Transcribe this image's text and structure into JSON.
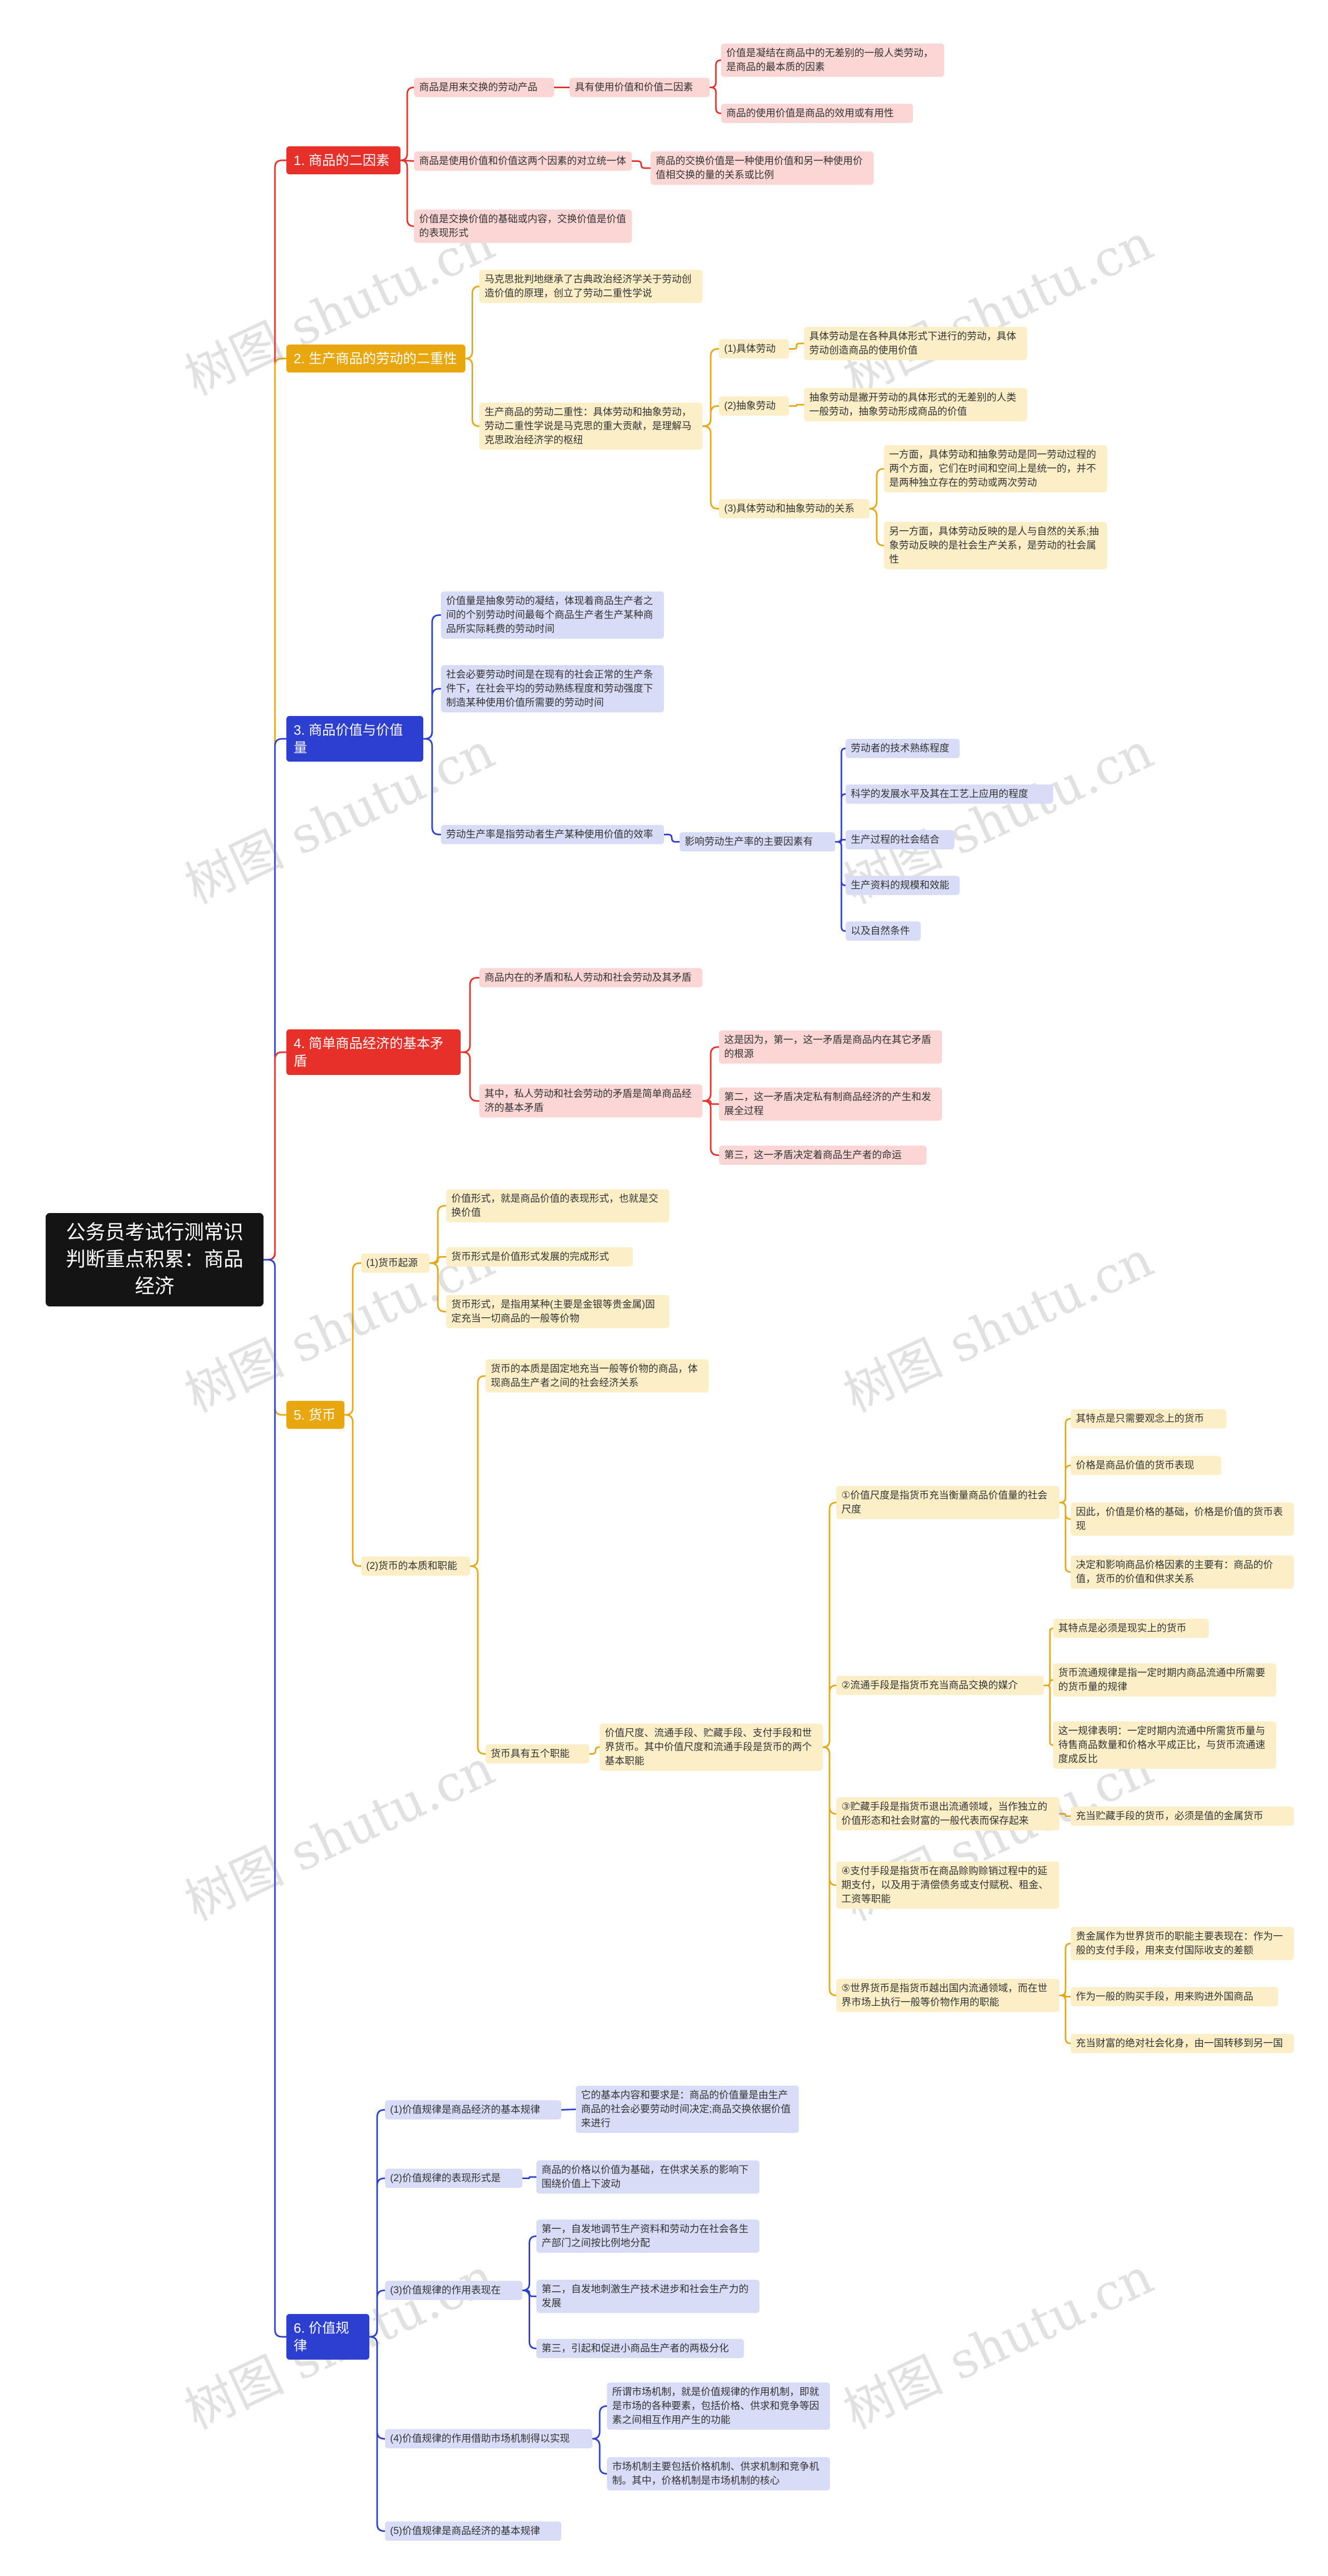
{
  "root": "公务员考试行测常识判断重点积累：商品经济",
  "watermark": "树图 shutu.cn",
  "colors": {
    "red": "#e8302a",
    "yellow": "#e8a70e",
    "blue": "#2c3fd1"
  },
  "s1": {
    "title": "1. 商品的二因素",
    "a": "商品是用来交换的劳动产品",
    "a1": "具有使用价值和价值二因素",
    "a1a": "价值是凝结在商品中的无差别的一般人类劳动，是商品的最本质的因素",
    "a1b": "商品的使用价值是商品的效用或有用性",
    "b": "商品是使用价值和价值这两个因素的对立统一体",
    "b1": "商品的交换价值是一种使用价值和另一种使用价值相交换的量的关系或比例",
    "c": "价值是交换价值的基础或内容，交换价值是价值的表现形式"
  },
  "s2": {
    "title": "2. 生产商品的劳动的二重性",
    "a": "马克思批判地继承了古典政治经济学关于劳动创造价值的原理，创立了劳动二重性学说",
    "b": "生产商品的劳动二重性：具体劳动和抽象劳动，劳动二重性学说是马克思的重大贡献，是理解马克思政治经济学的枢纽",
    "b1": "(1)具体劳动",
    "b1a": "具体劳动是在各种具体形式下进行的劳动，具体劳动创造商品的使用价值",
    "b2": "(2)抽象劳动",
    "b2a": "抽象劳动是撇开劳动的具体形式的无差别的人类一般劳动，抽象劳动形成商品的价值",
    "b3": "(3)具体劳动和抽象劳动的关系",
    "b3a": "一方面，具体劳动和抽象劳动是同一劳动过程的两个方面，它们在时间和空间上是统一的，并不是两种独立存在的劳动或两次劳动",
    "b3b": "另一方面，具体劳动反映的是人与自然的关系;抽象劳动反映的是社会生产关系，是劳动的社会属性"
  },
  "s3": {
    "title": "3. 商品价值与价值量",
    "a": "价值量是抽象劳动的凝结，体现着商品生产者之间的个别劳动时间最每个商品生产者生产某种商品所实际耗费的劳动时间",
    "b": "社会必要劳动时间是在现有的社会正常的生产条件下，在社会平均的劳动熟练程度和劳动强度下制造某种使用价值所需要的劳动时间",
    "c": "劳动生产率是指劳动者生产某种使用价值的效率",
    "c1": "影响劳动生产率的主要因素有",
    "c1a": "劳动者的技术熟练程度",
    "c1b": "科学的发展水平及其在工艺上应用的程度",
    "c1c": "生产过程的社会结合",
    "c1d": "生产资料的规模和效能",
    "c1e": "以及自然条件"
  },
  "s4": {
    "title": "4. 简单商品经济的基本矛盾",
    "a": "商品内在的矛盾和私人劳动和社会劳动及其矛盾",
    "b": "其中，私人劳动和社会劳动的矛盾是简单商品经济的基本矛盾",
    "b1": "这是因为，第一，这一矛盾是商品内在其它矛盾的根源",
    "b2": "第二，这一矛盾决定私有制商品经济的产生和发展全过程",
    "b3": "第三，这一矛盾决定着商品生产者的命运"
  },
  "s5": {
    "title": "5. 货币",
    "a": "(1)货币起源",
    "a1": "价值形式，就是商品价值的表现形式，也就是交换价值",
    "a2": "货币形式是价值形式发展的完成形式",
    "a3": "货币形式，是指用某种(主要是金银等贵金属)固定充当一切商品的一般等价物",
    "b": "(2)货币的本质和职能",
    "b1": "货币的本质是固定地充当一般等价物的商品，体现商品生产者之间的社会经济关系",
    "b2": "货币具有五个职能",
    "b2x": "价值尺度、流通手段、贮藏手段、支付手段和世界货币。其中价值尺度和流通手段是货币的两个基本职能",
    "f1": "①价值尺度是指货币充当衡量商品价值量的社会尺度",
    "f1a": "其特点是只需要观念上的货币",
    "f1b": "价格是商品价值的货币表现",
    "f1c": "因此，价值是价格的基础，价格是价值的货币表现",
    "f1d": "决定和影响商品价格因素的主要有：商品的价值，货币的价值和供求关系",
    "f2": "②流通手段是指货币充当商品交换的媒介",
    "f2a": "其特点是必须是现实上的货币",
    "f2b": "货币流通规律是指一定时期内商品流通中所需要的货币量的规律",
    "f2c": "这一规律表明：一定时期内流通中所需货币量与待售商品数量和价格水平成正比，与货币流通速度成反比",
    "f3": "③贮藏手段是指货币退出流通领域，当作独立的价值形态和社会财富的一般代表而保存起来",
    "f3a": "充当贮藏手段的货币，必须是值的金属货币",
    "f4": "④支付手段是指货币在商品赊购赊销过程中的延期支付，以及用于清偿债务或支付赋税、租金、工资等职能",
    "f5": "⑤世界货币是指货币越出国内流通领域，而在世界市场上执行一般等价物作用的职能",
    "f5a": "贵金属作为世界货币的职能主要表现在：作为一般的支付手段，用来支付国际收支的差额",
    "f5b": "作为一般的购买手段，用来购进外国商品",
    "f5c": "充当财富的绝对社会化身，由一国转移到另一国"
  },
  "s6": {
    "title": "6. 价值规律",
    "a": "(1)价值规律是商品经济的基本规律",
    "a1": "它的基本内容和要求是：商品的价值量是由生产商品的社会必要劳动时间决定;商品交换依据价值来进行",
    "b": "(2)价值规律的表现形式是",
    "b1": "商品的价格以价值为基础，在供求关系的影响下围绕价值上下波动",
    "c": "(3)价值规律的作用表现在",
    "c1": "第一，自发地调节生产资料和劳动力在社会各生产部门之间按比例地分配",
    "c2": "第二，自发地刺激生产技术进步和社会生产力的发展",
    "c3": "第三，引起和促进小商品生产者的两极分化",
    "d": "(4)价值规律的作用借助市场机制得以实现",
    "d1": "所谓市场机制，就是价值规律的作用机制，即就是市场的各种要素，包括价格、供求和竞争等因素之间相互作用产生的功能",
    "d2": "市场机制主要包括价格机制、供求机制和竞争机制。其中，价格机制是市场机制的核心",
    "e": "(5)价值规律是商品经济的基本规律"
  }
}
